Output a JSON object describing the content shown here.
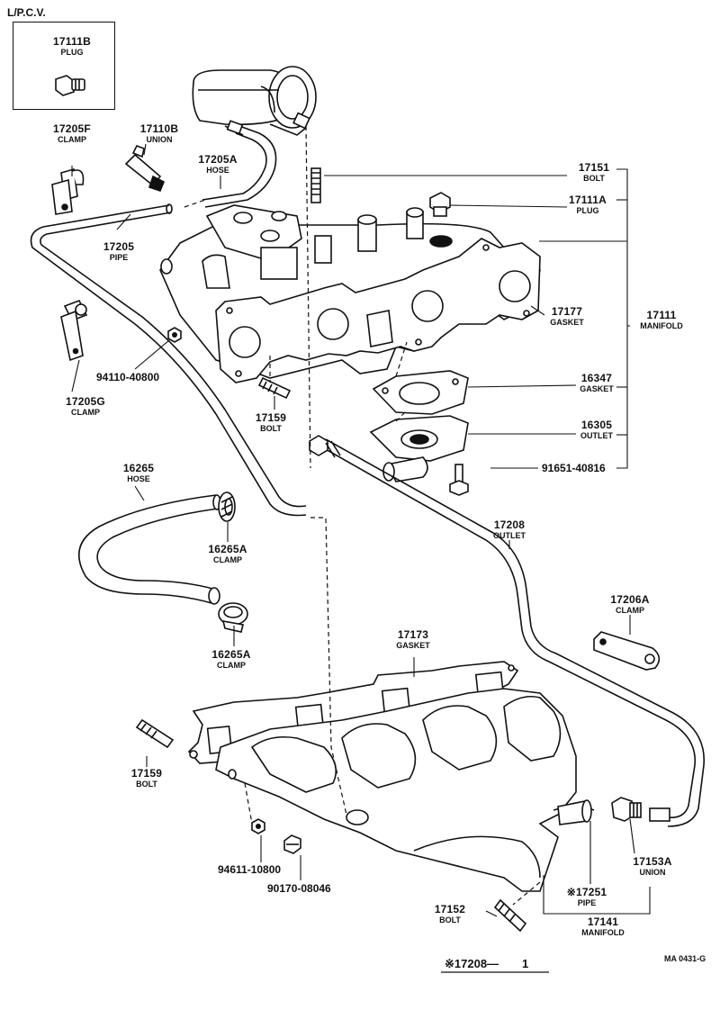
{
  "section_title": "L/P.C.V.",
  "parts": {
    "plug_17111b": {
      "number": "17111B",
      "name": "PLUG"
    },
    "clamp_17205f": {
      "number": "17205F",
      "name": "CLAMP"
    },
    "union_17110b": {
      "number": "17110B",
      "name": "UNION"
    },
    "hose_17205a": {
      "number": "17205A",
      "name": "HOSE"
    },
    "bolt_17151": {
      "number": "17151",
      "name": "BOLT"
    },
    "plug_17111a": {
      "number": "17111A",
      "name": "PLUG"
    },
    "pipe_17205": {
      "number": "17205",
      "name": "PIPE"
    },
    "gasket_17177": {
      "number": "17177",
      "name": "GASKET"
    },
    "manifold_17111": {
      "number": "17111",
      "name": "MANIFOLD"
    },
    "nut_94110": {
      "number": "94110-40800"
    },
    "clamp_17205g": {
      "number": "17205G",
      "name": "CLAMP"
    },
    "gasket_16347": {
      "number": "16347",
      "name": "GASKET"
    },
    "bolt_17159_top": {
      "number": "17159",
      "name": "BOLT"
    },
    "outlet_16305": {
      "number": "16305",
      "name": "OUTLET"
    },
    "bolt_91651": {
      "number": "91651-40816"
    },
    "hose_16265": {
      "number": "16265",
      "name": "HOSE"
    },
    "outlet_17208": {
      "number": "17208",
      "name": "OUTLET"
    },
    "clamp_16265a_1": {
      "number": "16265A",
      "name": "CLAMP"
    },
    "clamp_17206a": {
      "number": "17206A",
      "name": "CLAMP"
    },
    "clamp_16265a_2": {
      "number": "16265A",
      "name": "CLAMP"
    },
    "gasket_17173": {
      "number": "17173",
      "name": "GASKET"
    },
    "bolt_17159_bot": {
      "number": "17159",
      "name": "BOLT"
    },
    "nut_94611": {
      "number": "94611-10800"
    },
    "nut_90170": {
      "number": "90170-08046"
    },
    "union_17153a": {
      "number": "17153A",
      "name": "UNION"
    },
    "pipe_17251": {
      "number": "※17251",
      "name": "PIPE"
    },
    "bolt_17152": {
      "number": "17152",
      "name": "BOLT"
    },
    "manifold_17141": {
      "number": "17141",
      "name": "MANIFOLD"
    }
  },
  "footnote": "※17208—　　1",
  "drawing_code": "MA 0431-G"
}
